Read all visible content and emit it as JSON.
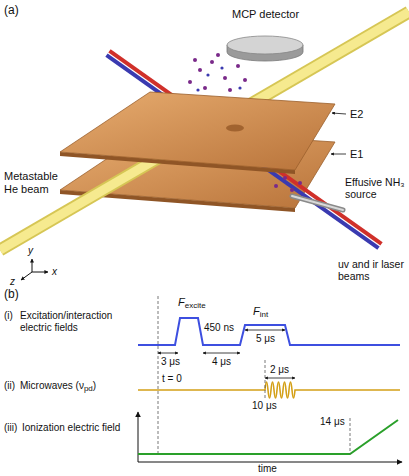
{
  "diagram": {
    "labels": [
      "(a)",
      "MCP detector",
      "E2",
      "E1",
      "Metastable He beam",
      "Effusive NH₃ source",
      "uv and ir laser beams",
      "y",
      "z",
      "x",
      "(b)",
      "(i)",
      "Excitation/interaction electric fields",
      "F",
      "excite",
      "3 μs",
      "450 ns",
      "4 μs",
      "F",
      "int",
      "5 μs",
      "(ii)",
      "Microwaves (ν",
      "pd",
      ")",
      "t = 0",
      "2 μs",
      "10 μs",
      "(iii)",
      "Ionization electric field",
      "14 μs",
      "time"
    ]
  }
}
